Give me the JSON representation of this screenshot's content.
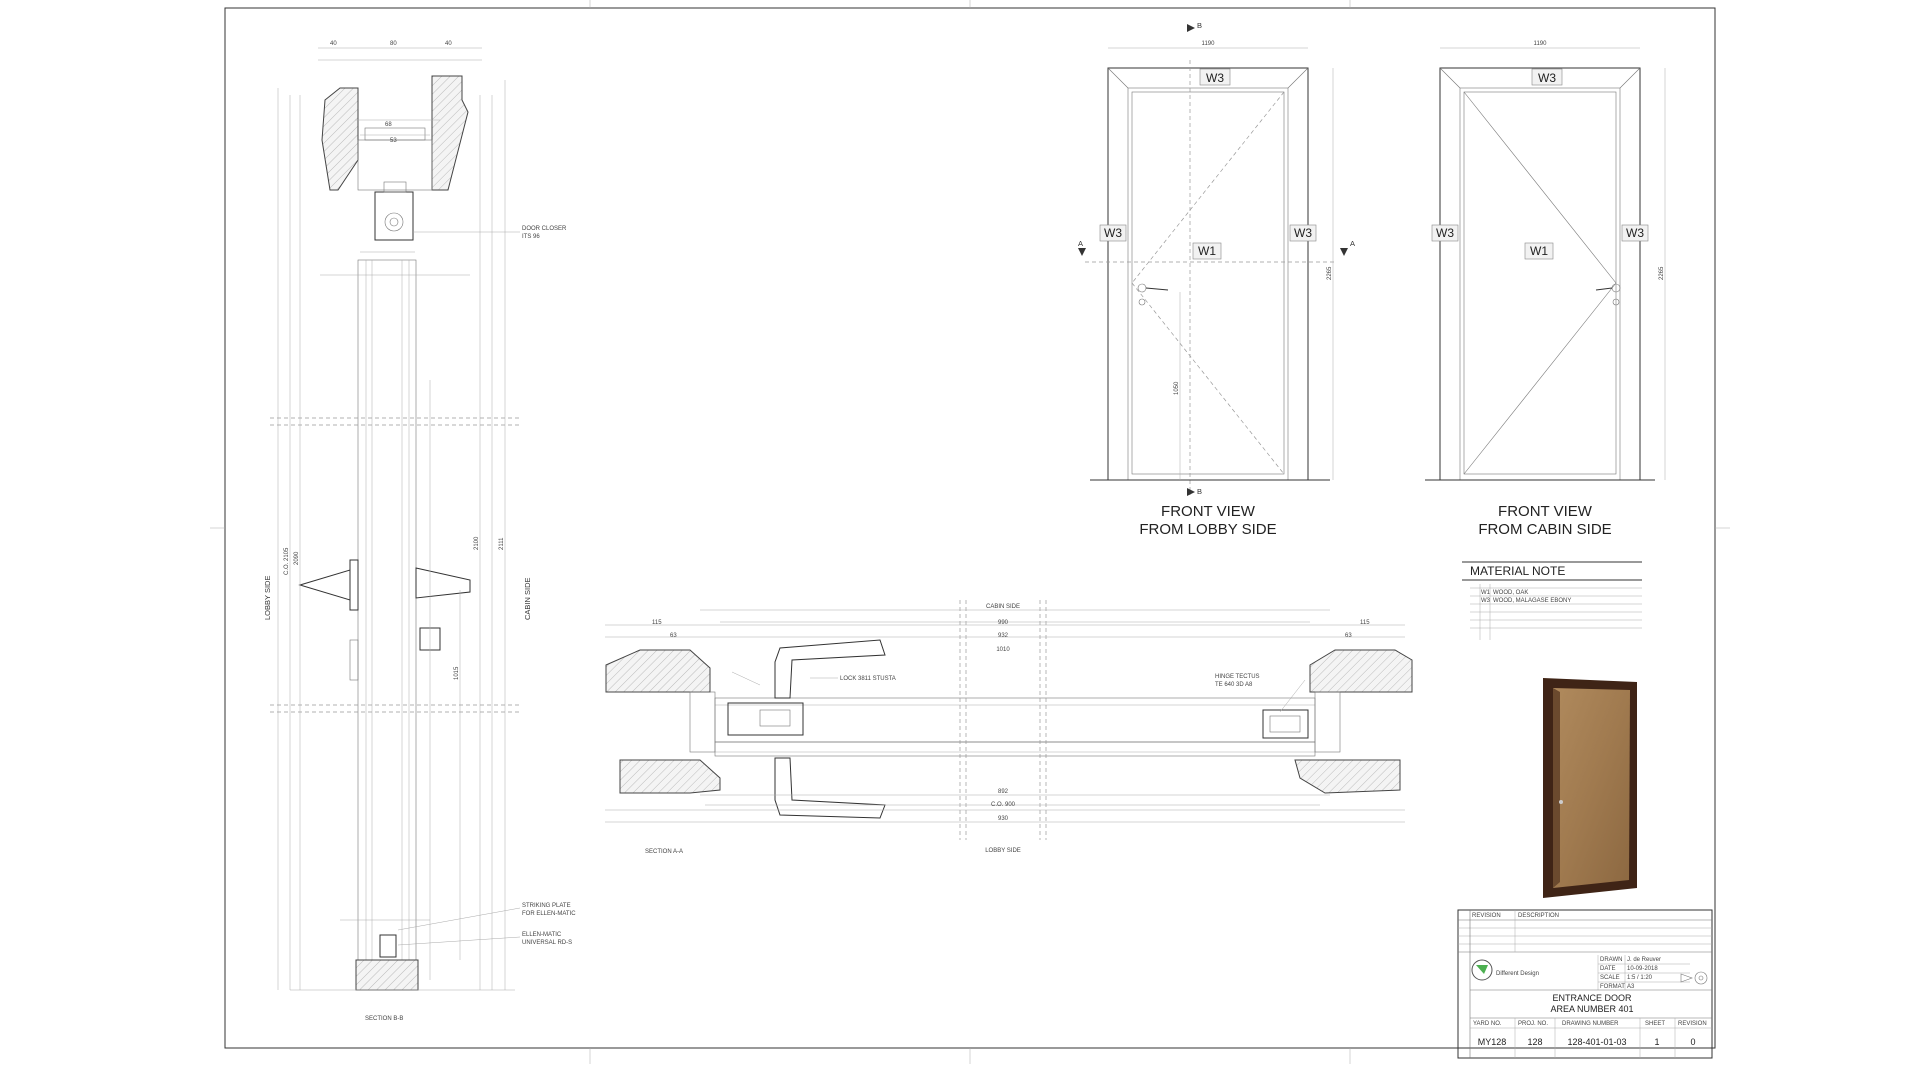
{
  "section_bb": {
    "label": "SECTION B-B",
    "side_left": "LOBBY SIDE",
    "side_right": "CABIN SIDE",
    "dims_left": [
      "C.O. 2105",
      "2090"
    ],
    "dims_right": [
      "2100",
      "2111",
      "1015"
    ],
    "top_dims": [
      "40",
      "80",
      "40",
      "68",
      "53"
    ],
    "callouts": [
      {
        "lines": [
          "DOOR CLOSER",
          "ITS 96"
        ]
      },
      {
        "lines": [
          "STRIKING PLATE",
          "FOR ELLEN-MATIC"
        ]
      },
      {
        "lines": [
          "ELLEN-MATIC",
          "UNIVERSAL RD-S"
        ]
      }
    ]
  },
  "front_lobby": {
    "title_line1": "FRONT VIEW",
    "title_line2": "FROM LOBBY SIDE",
    "tags": {
      "top": "W3",
      "left": "W3",
      "right": "W3",
      "center": "W1"
    },
    "width_dim": "1190",
    "height_dim": "2265",
    "handle_dim": "1050",
    "section_a": "A",
    "section_b": "B"
  },
  "front_cabin": {
    "title_line1": "FRONT VIEW",
    "title_line2": "FROM CABIN SIDE",
    "tags": {
      "top": "W3",
      "left": "W3",
      "right": "W3",
      "center": "W1"
    },
    "width_dim": "1190",
    "height_dim": "2265"
  },
  "material_note": {
    "heading": "MATERIAL NOTE",
    "rows": [
      {
        "code": "W1",
        "desc": "WOOD, OAK"
      },
      {
        "code": "W3",
        "desc": "WOOD, MALAGASE EBONY"
      }
    ]
  },
  "section_aa": {
    "label": "SECTION A-A",
    "cabin_side": "CABIN SIDE",
    "lobby_side": "LOBBY SIDE",
    "top_dims": [
      "990",
      "932",
      "1010"
    ],
    "bottom_dims": [
      "892",
      "C.O. 900",
      "930"
    ],
    "side_dims": [
      "115",
      "63",
      "115",
      "63"
    ],
    "callouts": [
      "LOCK 3811 STUSTA",
      "HINGE TECTUS",
      "TE 640 3D A8"
    ]
  },
  "title_block": {
    "revision_header": "REVISION",
    "description_header": "DESCRIPTION",
    "company": "Different Design",
    "info": [
      {
        "label": "DRAWN",
        "value": "J. de Reuver"
      },
      {
        "label": "DATE",
        "value": "10-09-2018"
      },
      {
        "label": "SCALE",
        "value": "1:5 / 1:20"
      },
      {
        "label": "FORMAT",
        "value": "A3"
      }
    ],
    "drawing_title_1": "ENTRANCE DOOR",
    "drawing_title_2": "AREA NUMBER 401",
    "headers": [
      "YARD NO.",
      "PROJ. NO.",
      "DRAWING NUMBER",
      "SHEET",
      "REVISION"
    ],
    "values": [
      "MY128",
      "128",
      "128-401-01-03",
      "1",
      "0"
    ]
  },
  "colors": {
    "line": "#333333",
    "door_wood": "#a07a4f",
    "door_frame": "#4a2a18"
  }
}
